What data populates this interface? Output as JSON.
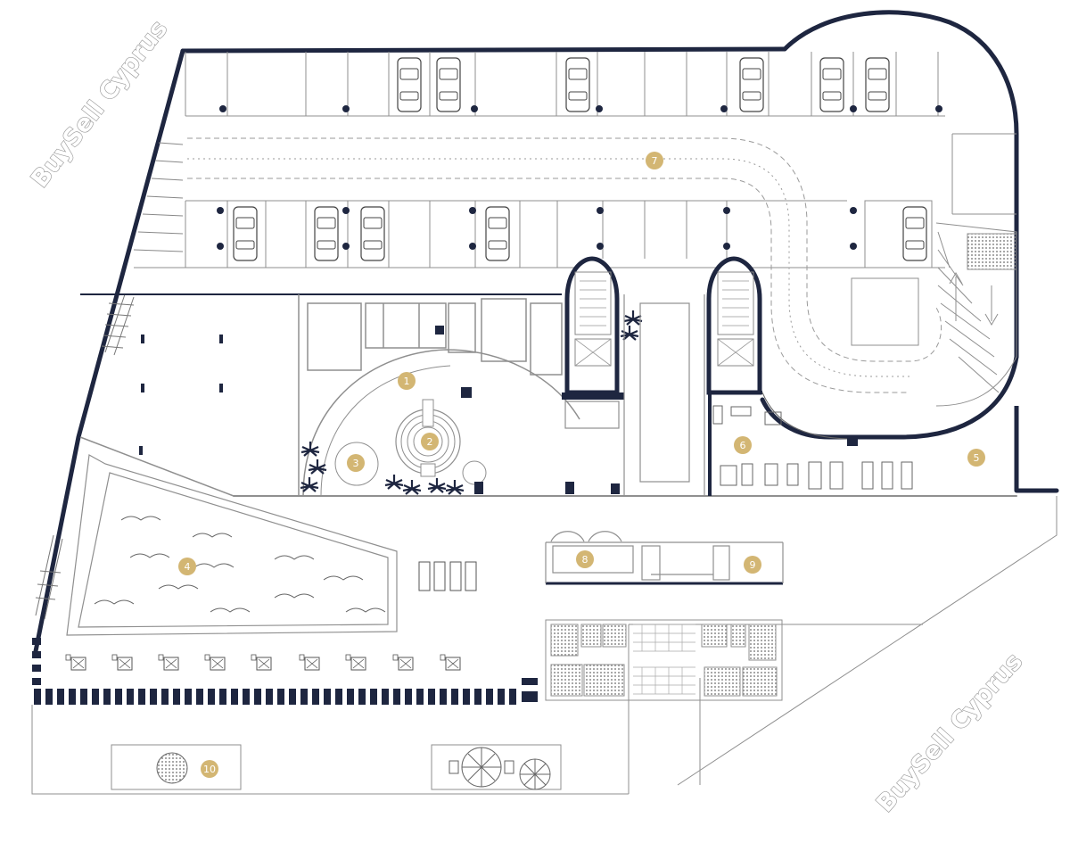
{
  "plan": {
    "watermarks": [
      "BuySell Cyprus",
      "BuySell Cyprus"
    ],
    "markers": [
      "1",
      "2",
      "3",
      "4",
      "5",
      "6",
      "7",
      "8",
      "9",
      "10"
    ]
  },
  "colors": {
    "wall": "#1e2640",
    "line": "#8f8f8f",
    "marker": "#d3b673",
    "background": "#ffffff",
    "tile": "#8c8c8c"
  },
  "icons": [
    "car-icon",
    "palm-icon",
    "sun-lounger-icon",
    "fitness-machine-icon",
    "staircase-icon",
    "elevator-icon",
    "dining-table-icon",
    "umbrella-icon"
  ]
}
